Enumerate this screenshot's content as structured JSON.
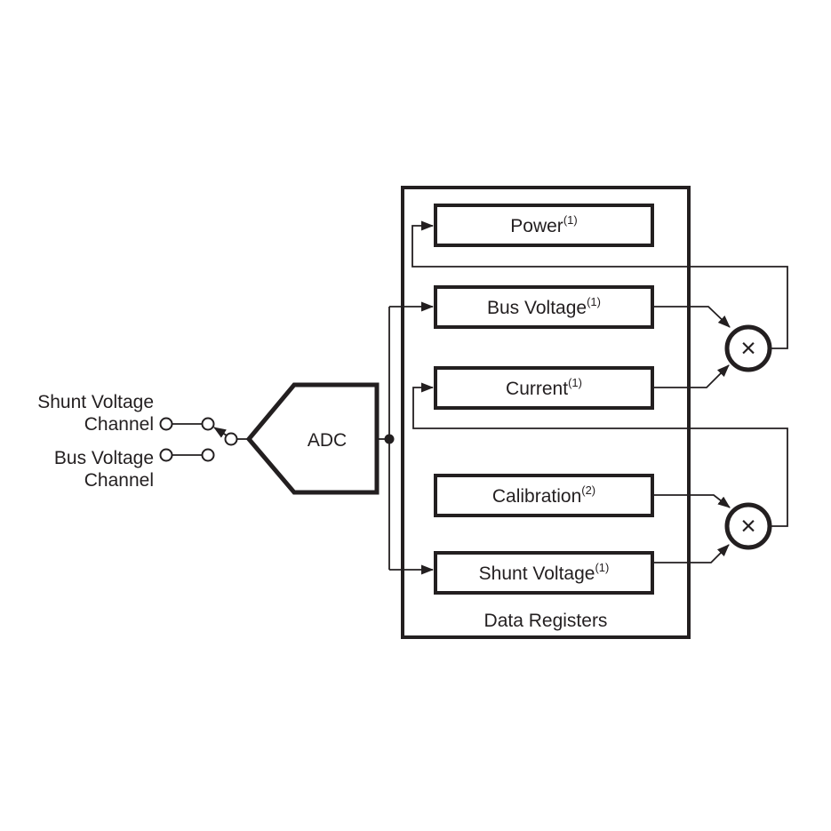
{
  "colors": {
    "ink": "#231f20",
    "background": "#ffffff"
  },
  "inputs": {
    "shunt_channel": {
      "line1": "Shunt Voltage",
      "line2": "Channel"
    },
    "bus_channel": {
      "line1": "Bus Voltage",
      "line2": "Channel"
    }
  },
  "adc": {
    "label": "ADC"
  },
  "data_registers": {
    "title": "Data Registers",
    "items": [
      {
        "label": "Power",
        "superscript": "(1)"
      },
      {
        "label": "Bus Voltage",
        "superscript": "(1)"
      },
      {
        "label": "Current",
        "superscript": "(1)"
      },
      {
        "label": "Calibration",
        "superscript": "(2)"
      },
      {
        "label": "Shunt Voltage",
        "superscript": "(1)"
      }
    ]
  },
  "multipliers": [
    {
      "symbol": "×"
    },
    {
      "symbol": "×"
    }
  ]
}
